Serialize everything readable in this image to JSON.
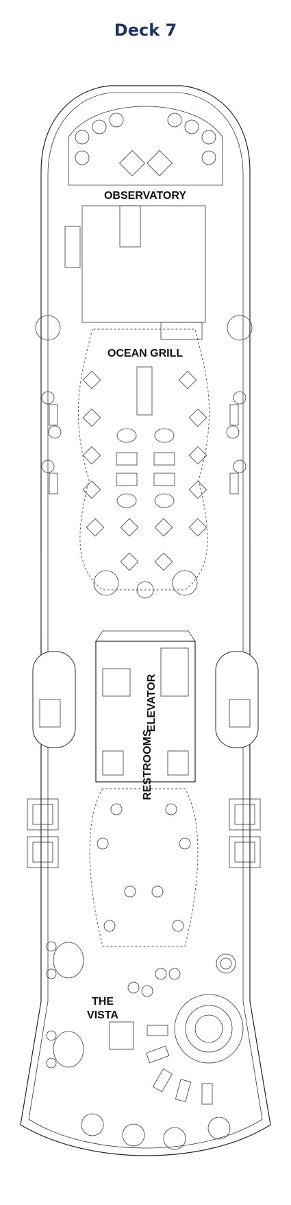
{
  "title": "Deck 7",
  "colors": {
    "title": "#1a3566",
    "lines": "#222222",
    "background": "#ffffff"
  },
  "labels": {
    "observatory": "OBSERVATORY",
    "ocean_grill": "OCEAN GRILL",
    "elevator": "ELEVATOR",
    "restrooms": "RESTROOMS",
    "vista_line1": "THE",
    "vista_line2": "VISTA"
  }
}
